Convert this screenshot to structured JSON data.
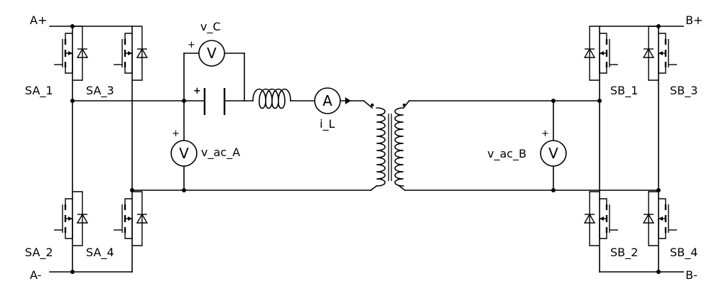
{
  "terminals": {
    "a_plus": "A+",
    "a_minus": "A-",
    "b_plus": "B+",
    "b_minus": "B-"
  },
  "switches": {
    "sa1": "SA_1",
    "sa2": "SA_2",
    "sa3": "SA_3",
    "sa4": "SA_4",
    "sb1": "SB_1",
    "sb2": "SB_2",
    "sb3": "SB_3",
    "sb4": "SB_4"
  },
  "meters": {
    "vc": {
      "label": "v_C",
      "symbol": "V",
      "polarity": "+"
    },
    "il": {
      "label": "i_L",
      "symbol": "A"
    },
    "vaca": {
      "label": "v_ac_A",
      "symbol": "V",
      "polarity": "+"
    },
    "vacb": {
      "label": "v_ac_B",
      "symbol": "V",
      "polarity": "+"
    }
  },
  "capacitor": {
    "polarity": "+"
  }
}
